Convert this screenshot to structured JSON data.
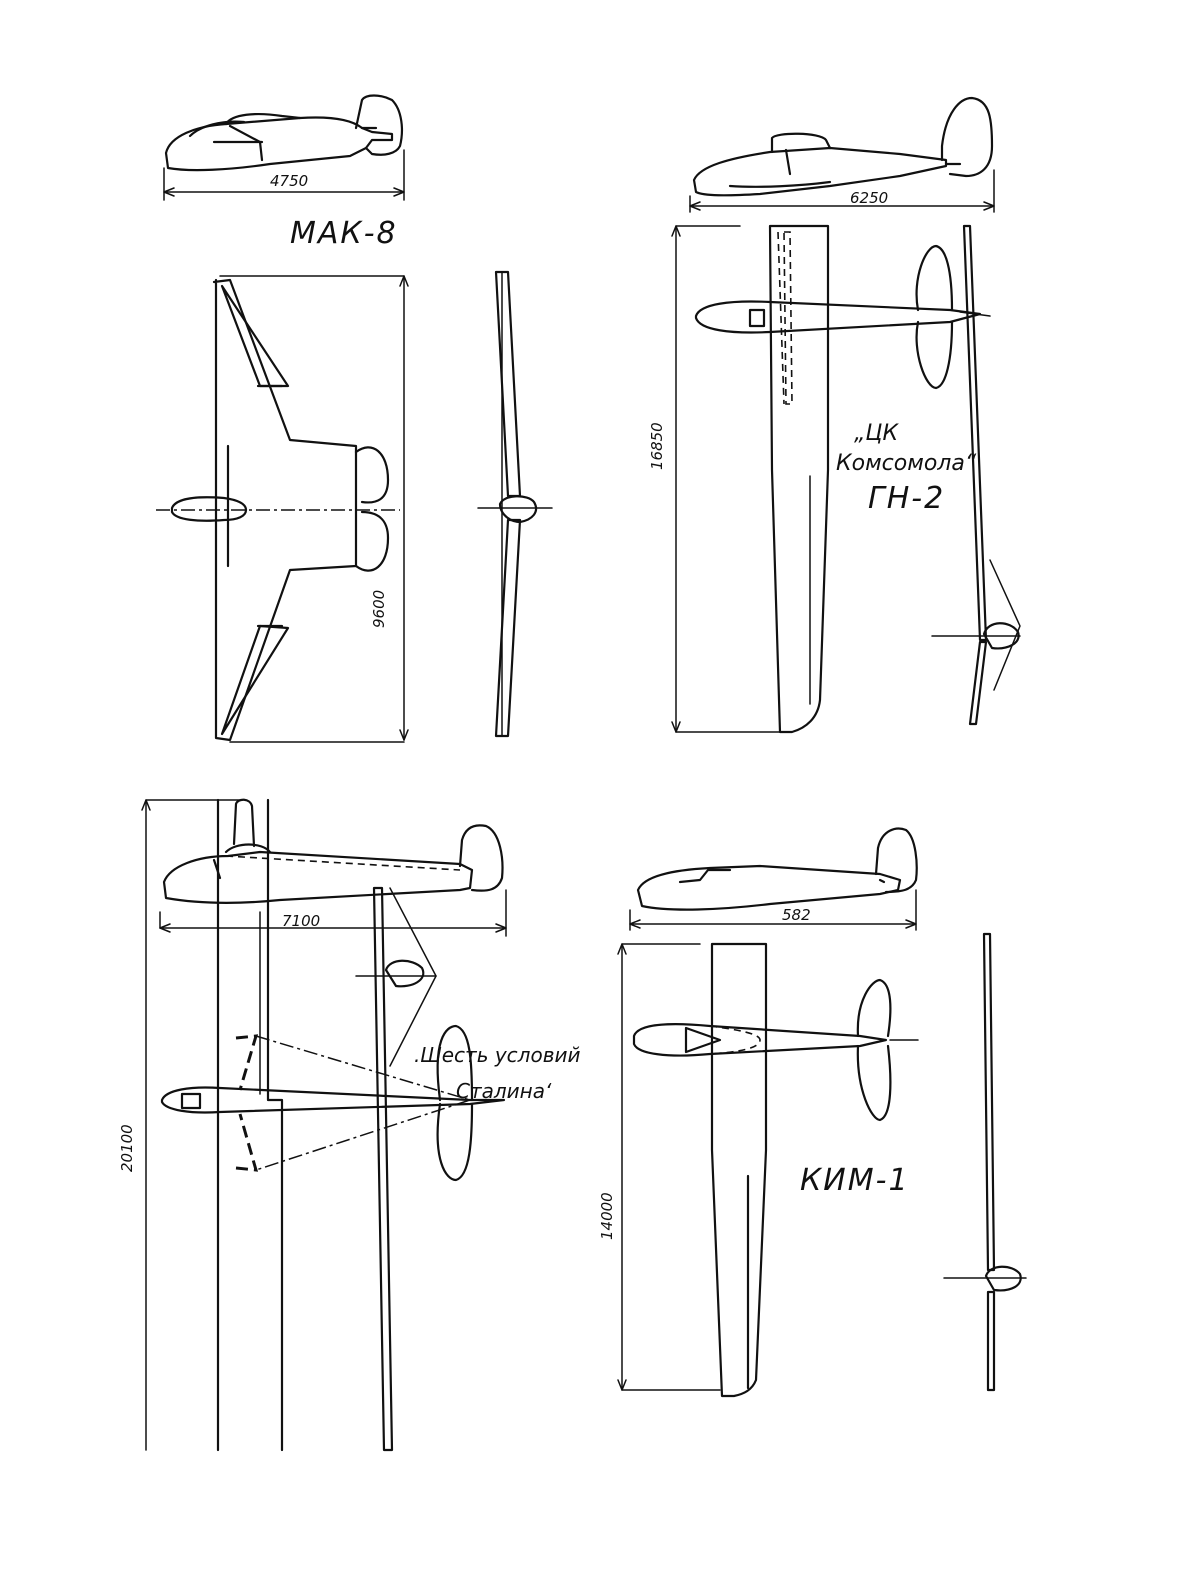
{
  "gliders": {
    "mak8": {
      "name": "МАК-8",
      "length_dim": "4750",
      "span_dim": "9600"
    },
    "gn2": {
      "name_line1": "„ЦК",
      "name_line2": "Комсомола“",
      "name_line3": "ГН-2",
      "length_dim": "6250",
      "span_dim": "16850"
    },
    "stalin": {
      "name_line1": ".Шесть условий",
      "name_line2": "Сталина‘",
      "length_dim": "7100",
      "span_dim": "20100"
    },
    "kim1": {
      "name": "КИМ-1",
      "length_dim": "582",
      "span_dim": "14000"
    }
  },
  "style": {
    "ink": "#111111",
    "paper": "#ffffff"
  }
}
